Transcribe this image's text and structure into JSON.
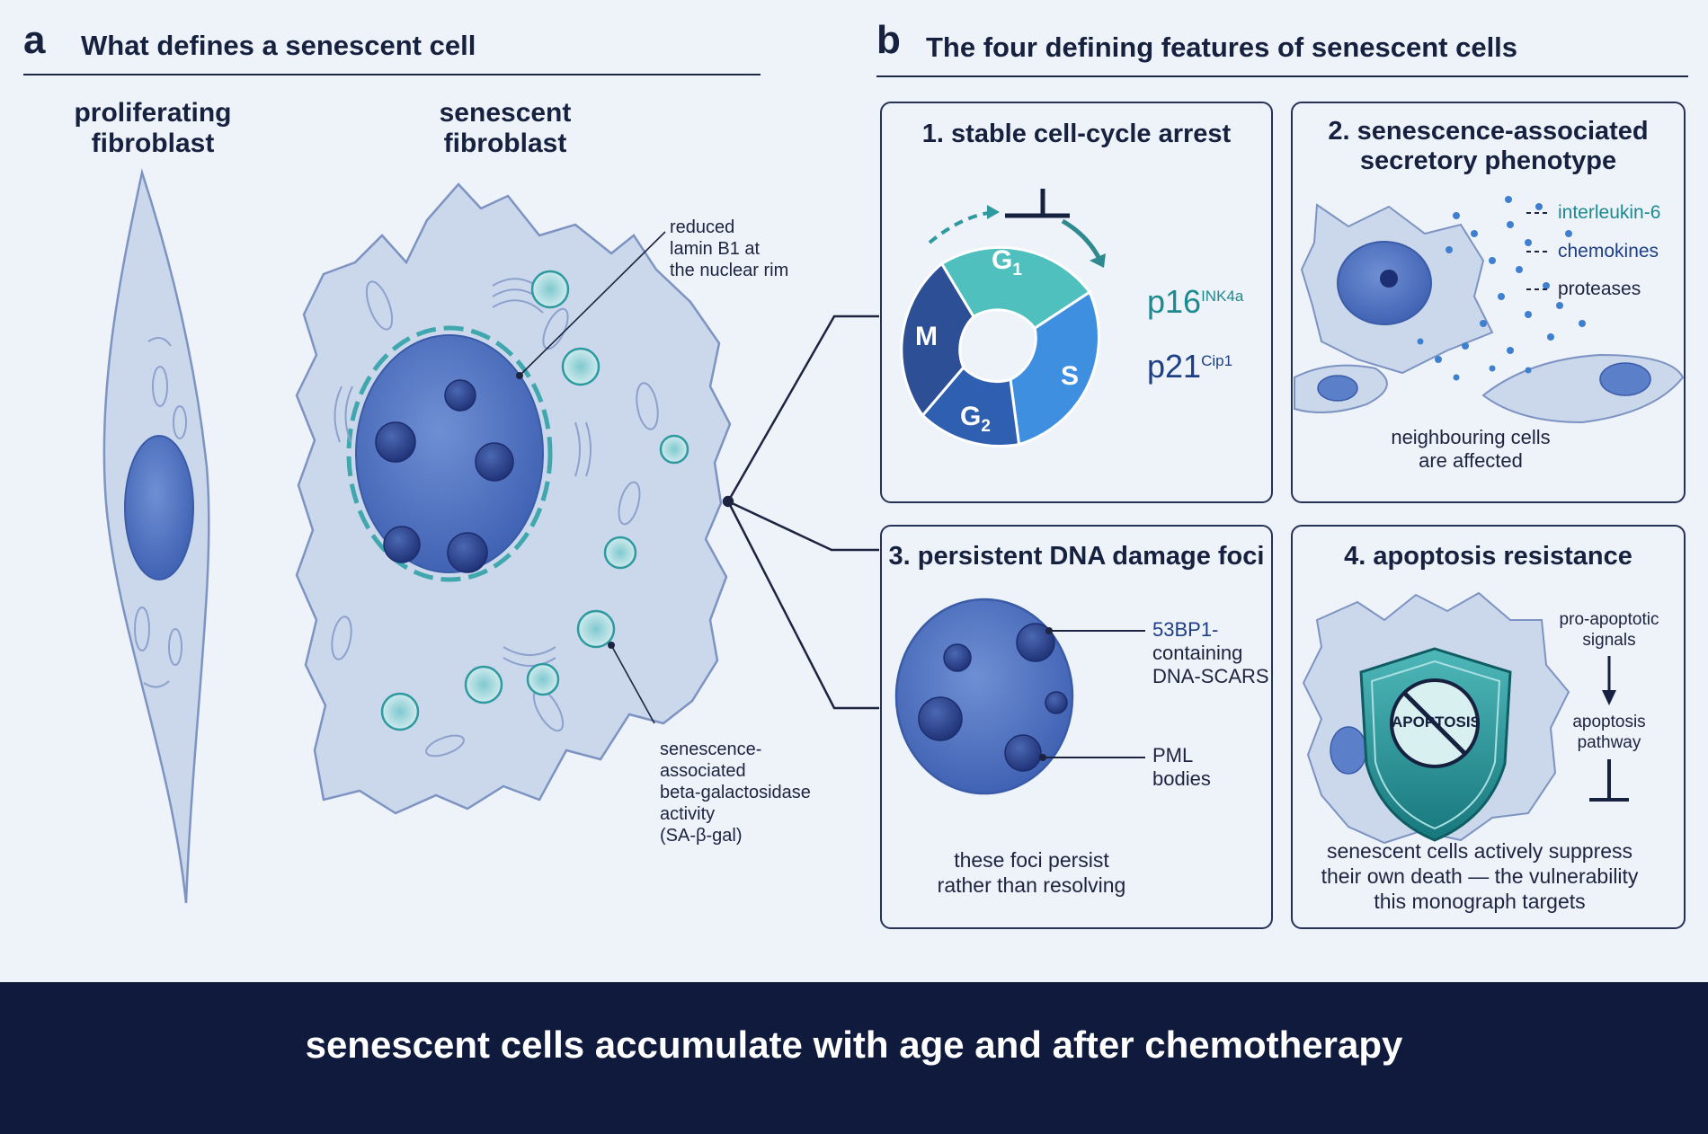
{
  "panel_a": {
    "letter": "a",
    "title": "What defines a senescent cell",
    "prolif_label": [
      "proliferating",
      "fibroblast"
    ],
    "senescent_label": [
      "senescent",
      "fibroblast"
    ],
    "lamin_annotation": [
      "reduced",
      "lamin B1 at",
      "the nuclear rim"
    ],
    "sagal_annotation": [
      "senescence-",
      "associated",
      "beta-galactosidase",
      "activity",
      "(SA-β-gal)"
    ]
  },
  "panel_b": {
    "letter": "b",
    "title": "The four defining features of senescent cells",
    "box1": {
      "title": "1. stable cell-cycle arrest",
      "phases": {
        "g1": "G",
        "g1_sub": "1",
        "s": "S",
        "g2": "G",
        "g2_sub": "2",
        "m": "M"
      },
      "p16": "p16",
      "p16_sup": "INK4a",
      "p21": "p21",
      "p21_sup": "Cip1"
    },
    "box2": {
      "title": [
        "2. senescence-associated",
        "secretory phenotype"
      ],
      "secreted": [
        "interleukin-6",
        "chemokines",
        "proteases"
      ],
      "caption": [
        "neighbouring cells",
        "are affected"
      ]
    },
    "box3": {
      "title": "3. persistent DNA damage foci",
      "foci_label": [
        "53BP1-",
        "containing",
        "DNA-SCARS"
      ],
      "pml_label": [
        "PML",
        "bodies"
      ],
      "caption": [
        "these foci persist",
        "rather than resolving"
      ]
    },
    "box4": {
      "title": "4. apoptosis resistance",
      "shield_text": "APOPTOSIS",
      "signals": [
        "pro-apoptotic",
        "signals"
      ],
      "pathway": [
        "apoptosis",
        "pathway"
      ],
      "caption": [
        "senescent cells actively suppress",
        "their own death — the vulnerability",
        "this monograph targets"
      ]
    }
  },
  "footer": {
    "text": "senescent cells accumulate with age and after chemotherapy"
  },
  "colors": {
    "navy": "#0f1a3c",
    "teal": "#1d8a8f",
    "blue": "#3f6fc4",
    "cell_fill": "#c9d6ea"
  },
  "icons": [
    "mitochondrion-icon",
    "lysosome-icon",
    "shield-icon",
    "no-entry-icon",
    "inhibition-icon"
  ]
}
